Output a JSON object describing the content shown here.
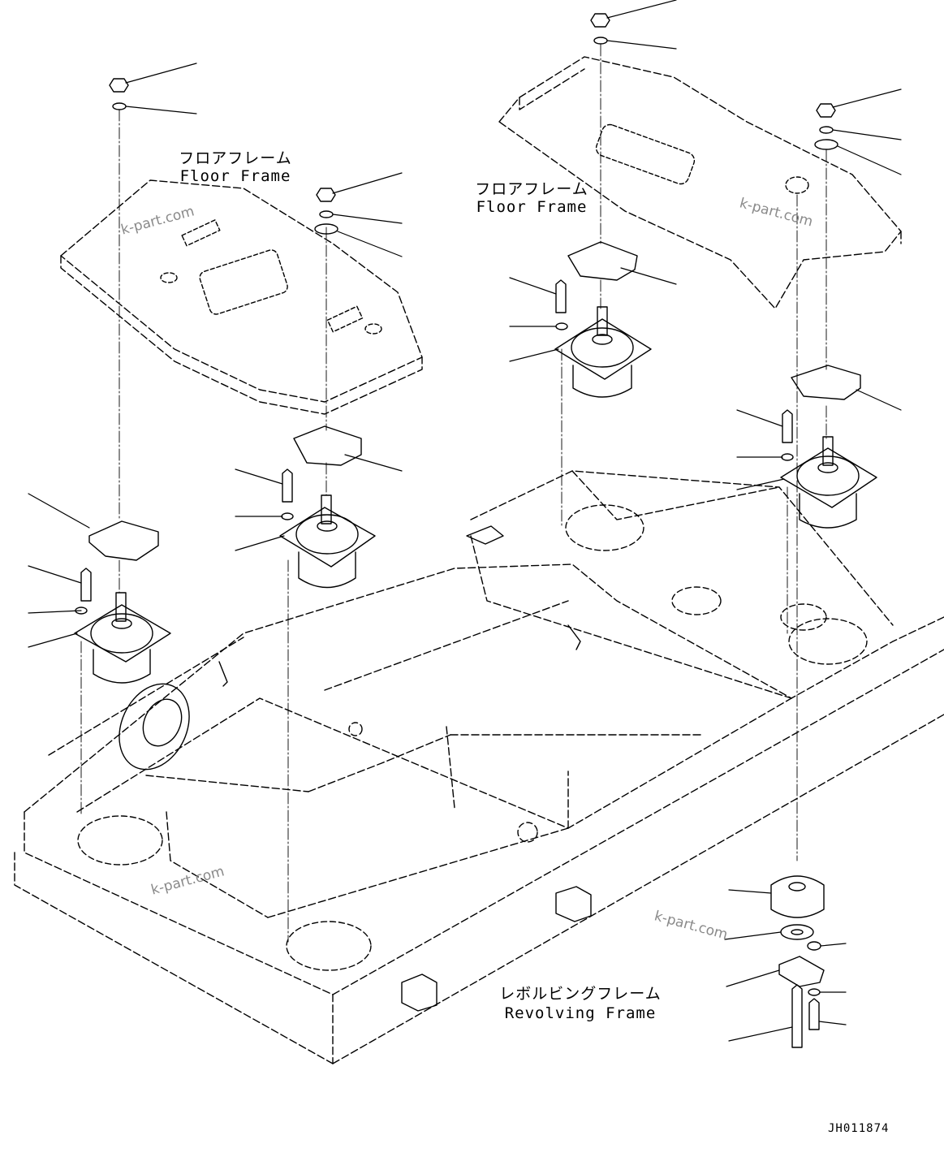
{
  "labels": {
    "floor_frame_left_jp": "フロアフレーム",
    "floor_frame_left_en": "Floor Frame",
    "floor_frame_right_jp": "フロアフレーム",
    "floor_frame_right_en": "Floor Frame",
    "revolving_frame_jp": "レボルビングフレーム",
    "revolving_frame_en": "Revolving Frame"
  },
  "watermarks": [
    "k-part.com",
    "k-part.com",
    "k-part.com",
    "k-part.com"
  ],
  "drawing_code": "JH011874"
}
